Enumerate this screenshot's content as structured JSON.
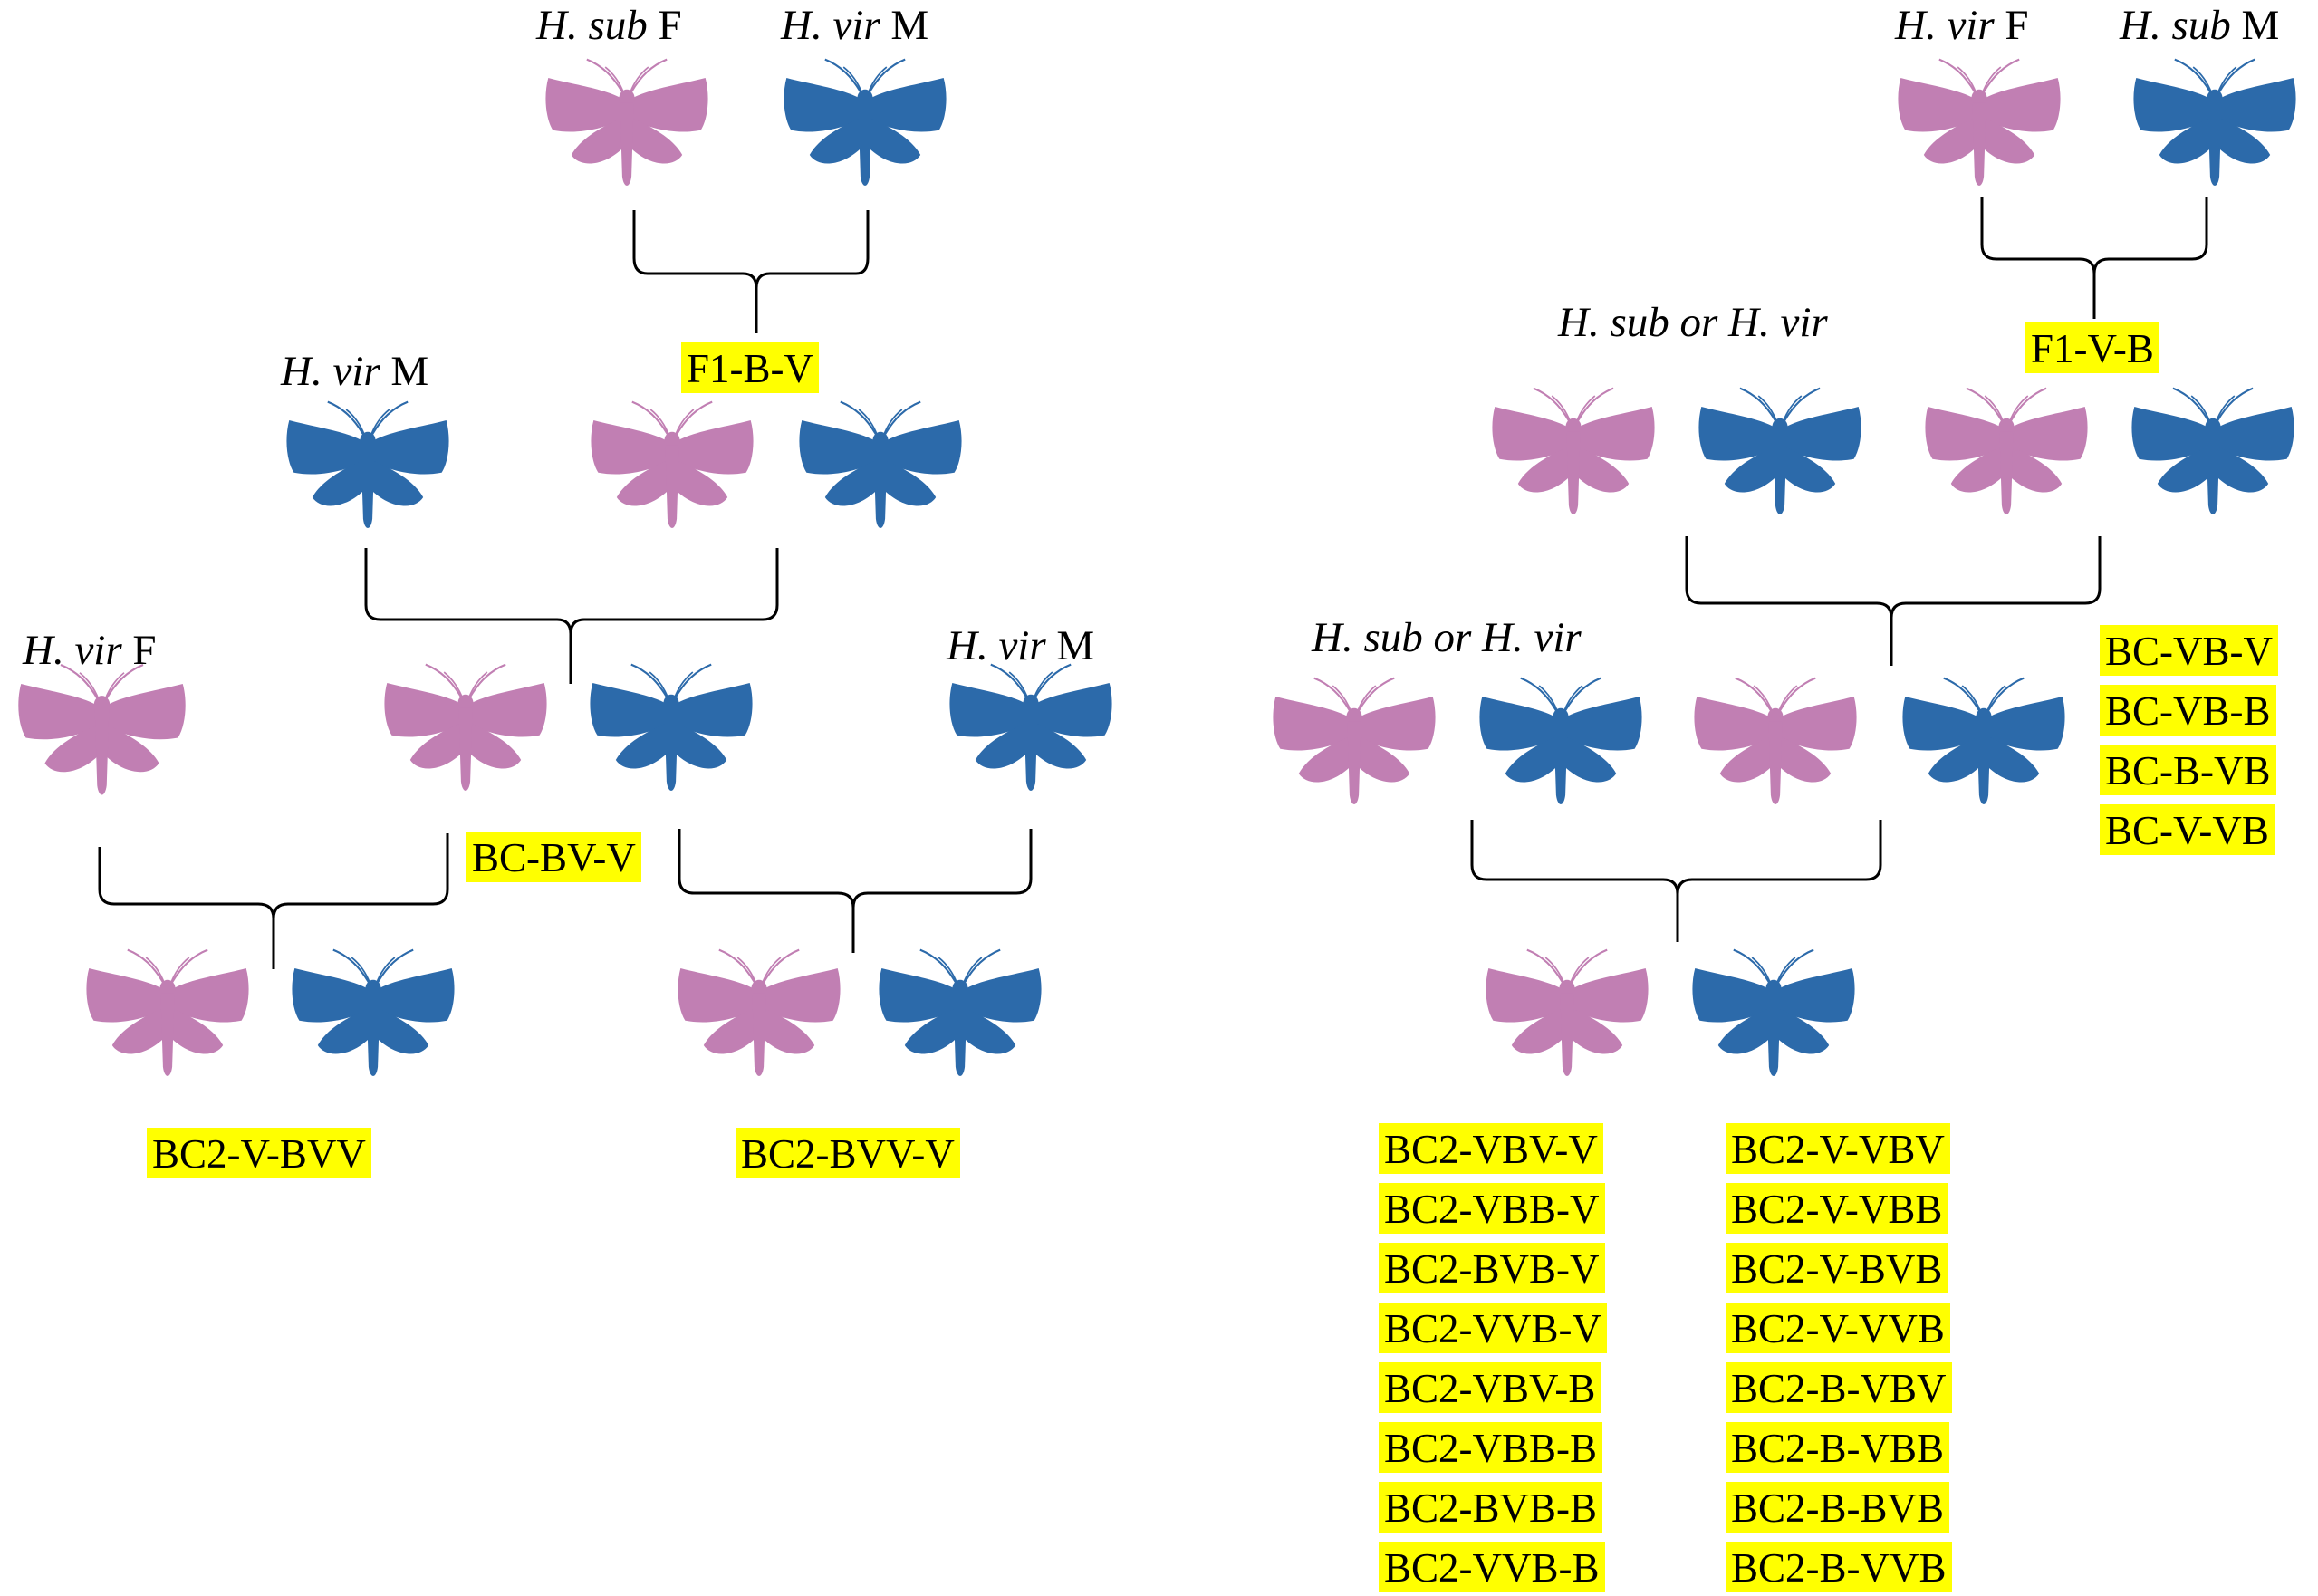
{
  "colors": {
    "female": "#c17fb3",
    "male": "#2c6aaa",
    "highlight": "#ffff00",
    "line": "#000000"
  },
  "icons": {
    "moth": "moth-icon"
  },
  "left": {
    "parent_female": {
      "species": "H. sub",
      "sex": "F"
    },
    "parent_male": {
      "species": "H. vir",
      "sex": "M"
    },
    "f1_label": "F1-B-V",
    "bc_parent": {
      "species": "H. vir",
      "sex": "M"
    },
    "bc_label": "BC-BV-V",
    "bc2_left_parent": {
      "species": "H. vir",
      "sex": "F"
    },
    "bc2_right_parent": {
      "species": "H. vir",
      "sex": "M"
    },
    "bc2_left_label": "BC2-V-BVV",
    "bc2_right_label": "BC2-BVV-V"
  },
  "right": {
    "parent_female": {
      "species": "H. vir",
      "sex": "F"
    },
    "parent_male": {
      "species": "H. sub",
      "sex": "M"
    },
    "f1_label": "F1-V-B",
    "bc_parent_label": "H. sub or H. vir",
    "bc_labels": [
      "BC-VB-V",
      "BC-VB-B",
      "BC-B-VB",
      "BC-V-VB"
    ],
    "bc2_parent_label": "H. sub or H. vir",
    "bc2_labels_left": [
      "BC2-VBV-V",
      "BC2-VBB-V",
      "BC2-BVB-V",
      "BC2-VVB-V",
      "BC2-VBV-B",
      "BC2-VBB-B",
      "BC2-BVB-B",
      "BC2-VVB-B"
    ],
    "bc2_labels_right": [
      "BC2-V-VBV",
      "BC2-V-VBB",
      "BC2-V-BVB",
      "BC2-V-VVB",
      "BC2-B-VBV",
      "BC2-B-VBB",
      "BC2-B-BVB",
      "BC2-B-VVB"
    ]
  }
}
